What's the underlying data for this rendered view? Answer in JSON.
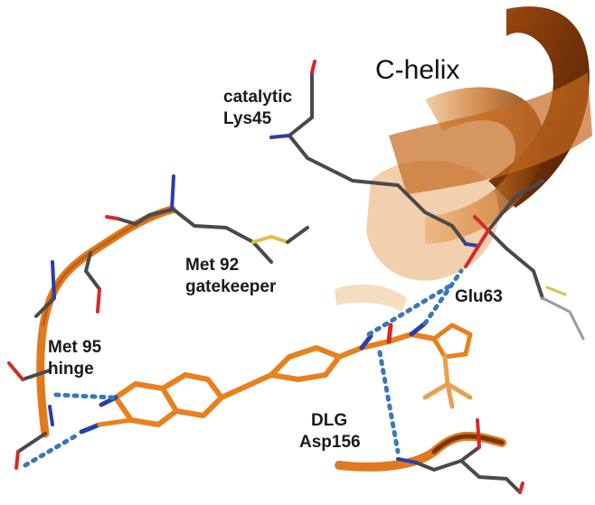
{
  "labels": {
    "c_helix": "C-helix",
    "lys_line1": "catalytic",
    "lys_line2": "Lys45",
    "met92_line1": "Met 92",
    "met92_line2": "gatekeeper",
    "glu63": "Glu63",
    "met95_line1": "Met 95",
    "met95_line2": "hinge",
    "dlg_line1": "DLG",
    "dlg_line2": "Asp156"
  },
  "colors": {
    "ribbon": "#e07a1f",
    "ribbon_dark": "#8a3c08",
    "helix_light": "#d8a06a",
    "ligand": "#e8801e",
    "carbon": "#4a4a4a",
    "nitrogen": "#2b3ea8",
    "oxygen": "#d42a2a",
    "sulfur": "#d8c24a",
    "hbond": "#3a78b8"
  }
}
